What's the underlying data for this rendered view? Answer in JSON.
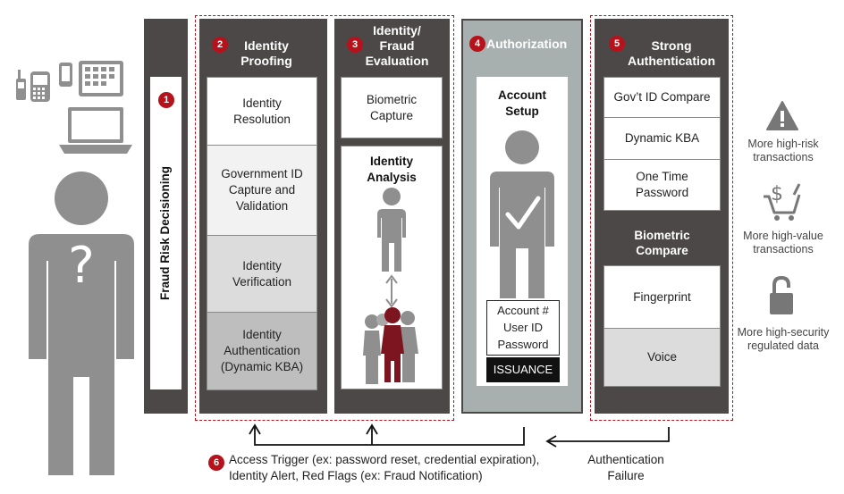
{
  "left": {
    "person_mark": "?"
  },
  "fraud_risk": {
    "badge": "1",
    "label": "Fraud Risk Decisioning"
  },
  "proofing": {
    "badge": "2",
    "title_line1": "Identity",
    "title_line2": "Proofing",
    "items": [
      {
        "line1": "Identity",
        "line2": "Resolution",
        "line3": ""
      },
      {
        "line1": "Government ID",
        "line2": "Capture and",
        "line3": "Validation"
      },
      {
        "line1": "Identity",
        "line2": "Verification",
        "line3": ""
      },
      {
        "line1": "Identity",
        "line2": "Authentication",
        "line3": "(Dynamic KBA)"
      }
    ]
  },
  "evaluation": {
    "badge": "3",
    "title_line1": "Identity/",
    "title_line2": "Fraud",
    "title_line3": "Evaluation",
    "biometric_line1": "Biometric",
    "biometric_line2": "Capture",
    "analysis_line1": "Identity",
    "analysis_line2": "Analysis"
  },
  "authorization": {
    "badge": "4",
    "title": "Authorization",
    "setup_line1": "Account",
    "setup_line2": "Setup",
    "cred_line1": "Account #",
    "cred_line2": "User ID",
    "cred_line3": "Password",
    "issuance": "ISSUANCE"
  },
  "strong": {
    "badge": "5",
    "title_line1": "Strong",
    "title_line2": "Authentication",
    "items": [
      "Gov’t ID Compare",
      "Dynamic KBA"
    ],
    "otp_line1": "One Time",
    "otp_line2": "Password",
    "bio_title_line1": "Biometric",
    "bio_title_line2": "Compare",
    "bio_items": [
      "Fingerprint",
      "Voice"
    ]
  },
  "risk": {
    "risk_line1": "More high-risk",
    "risk_line2": "transactions",
    "value_line1": "More high-value",
    "value_line2": "transactions",
    "security_line1": "More high-security",
    "security_line2": "regulated data"
  },
  "bottom": {
    "badge": "6",
    "trigger_line1": "Access Trigger (ex: password reset, credential expiration),",
    "trigger_line2": "Identity Alert, Red Flags (ex: Fraud Notification)",
    "auth_line1": "Authentication",
    "auth_line2": "Failure"
  },
  "colors": {
    "dark": "#4d4848",
    "gray": "#8f8f8f",
    "red": "#b5121b",
    "maroon": "#7c1520",
    "auth_panel": "#a7b0ae"
  }
}
